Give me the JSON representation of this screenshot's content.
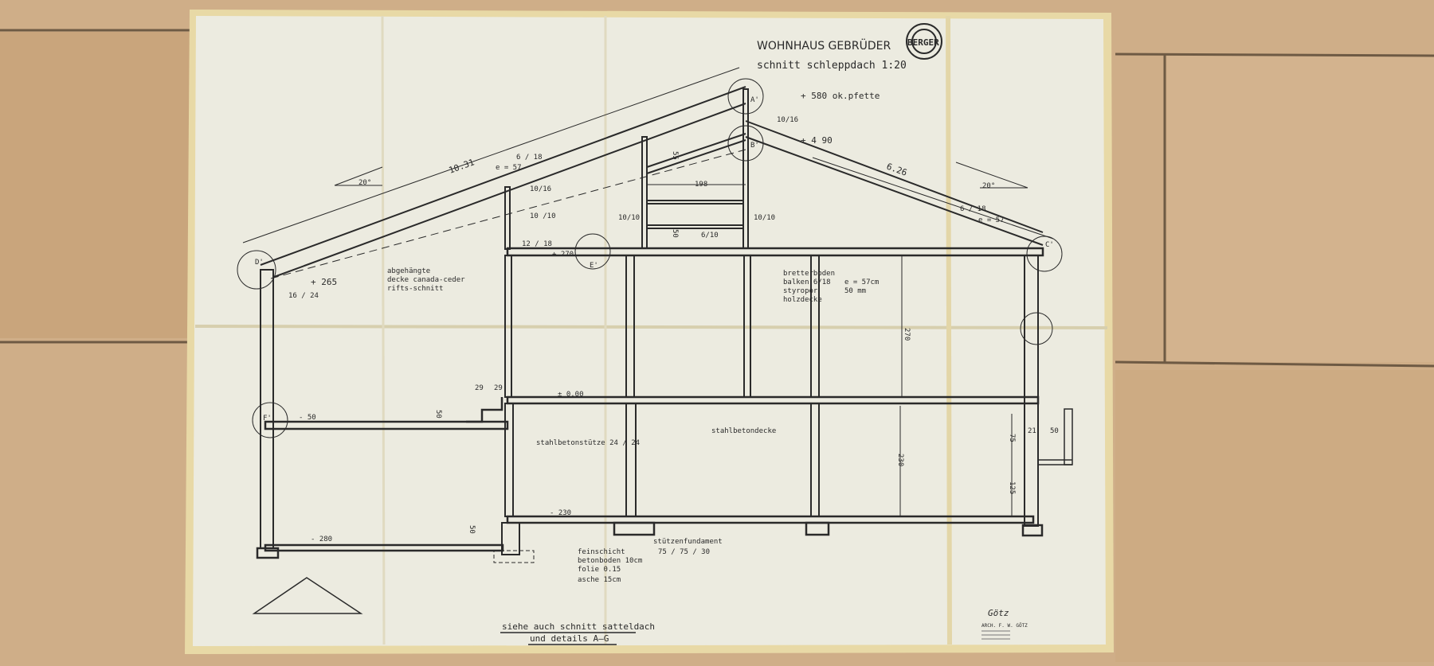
{
  "drawing": {
    "title": "WOHNHAUS GEBRÜDER",
    "logo_text": "BERGER",
    "subtitle": "schnitt schleppdach 1:20",
    "levels": {
      "ok_pfette": "+ 580 ok.pfette",
      "ridge": "+ 4 90",
      "upper_floor": "+ 270",
      "eave_left": "+ 265",
      "ground": "± 0.00",
      "split": "- 50",
      "basement": "- 230",
      "basement_low": "- 280"
    },
    "dimensions": {
      "roof_left_length": "10.31",
      "roof_right_length": "6.26",
      "pitch_left": "20°",
      "pitch_right": "20°",
      "rafter_left": "6 / 18",
      "spacing_left": "e = 57",
      "rafter_right": "6 / 18",
      "spacing_right": "e = 57",
      "purlin_top": "10/16",
      "post_top": "10/16",
      "post_mid": "10 /10",
      "plate": "12 / 18",
      "eave_beam": "16 / 24",
      "attic_width": "198",
      "attic_post_left": "10/10",
      "attic_post_right": "10/10",
      "attic_rail": "6/10",
      "attic_height": "55",
      "attic_rail_h": "50",
      "floor_height": "270",
      "stair_a": "29",
      "stair_b": "29",
      "step": "50",
      "basement_height": "230",
      "window_upper": "75",
      "window_lower": "125",
      "wall_21": "21",
      "wall_50": "50",
      "foot_50": "50"
    },
    "notes": {
      "ceiling": [
        "abgehängte",
        "decke canada-ceder",
        "rifts-schnitt"
      ],
      "floor_build": [
        "bretterboden",
        "balken 6/18",
        "styropor",
        "holzdecke"
      ],
      "floor_spacing": "e = 57cm",
      "floor_insulation": "50 mm",
      "column": "stahlbetonstütze 24 / 24",
      "slab": "stahlbetondecke",
      "base": [
        "feinschicht",
        "betonboden 10cm",
        "folie 0.15",
        "asche 15cm"
      ],
      "footing": "stützenfundament",
      "footing_size": "75 / 75 / 30",
      "see_also_1": "siehe auch schnitt satteldach",
      "see_also_2": "und details A—G"
    },
    "details": [
      "A'",
      "B'",
      "C'",
      "D'",
      "E'",
      "F'"
    ],
    "stamp": [
      "ARCH. F. W. GÖTZ"
    ],
    "signature": "Götz"
  },
  "colors": {
    "paper": "#ecebe0",
    "ink": "#2a2a2a",
    "wood": "#cfae88",
    "aged_edge": "#e8d9a6"
  }
}
